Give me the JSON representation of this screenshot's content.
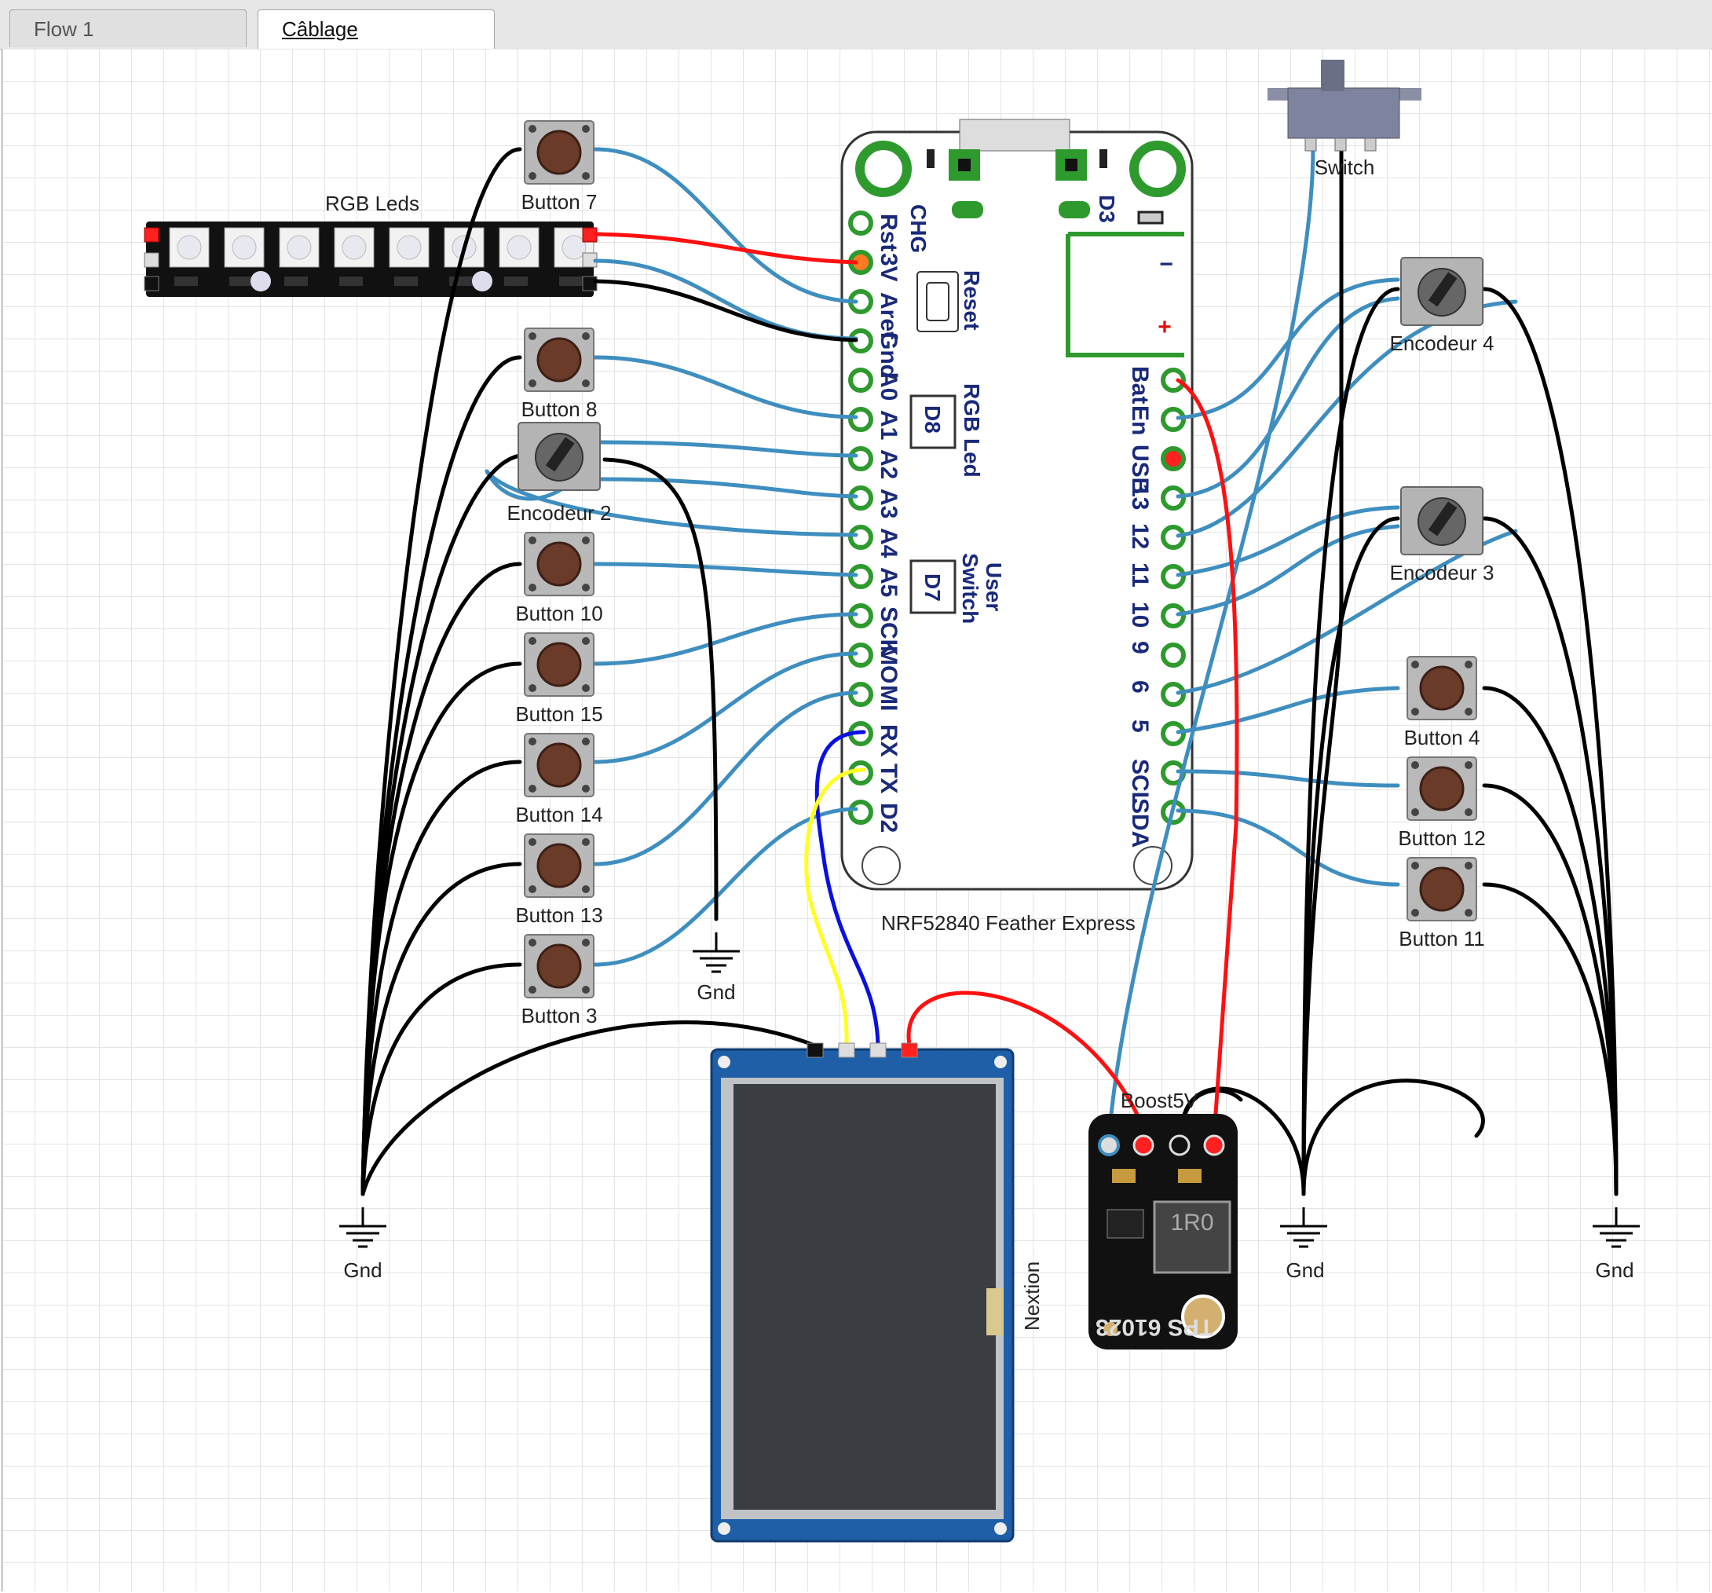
{
  "tabs": [
    {
      "label": "Flow 1",
      "active": false
    },
    {
      "label": "Câblage",
      "active": true
    }
  ],
  "board": {
    "name": "NRF52840 Feather Express",
    "left_pins": [
      "Rst",
      "3V",
      "Aref",
      "Gnd",
      "A0",
      "A1",
      "A2",
      "A3",
      "A4",
      "A5",
      "SCK",
      "MO",
      "MI",
      "RX",
      "TX",
      "D2"
    ],
    "right_pins": [
      "Bat",
      "En",
      "USB",
      "13",
      "12",
      "11",
      "10",
      "9",
      "6",
      "5",
      "SCL",
      "SDA"
    ],
    "silkscreen": {
      "chg": "CHG",
      "d3": "D3",
      "reset": "Reset",
      "rgb_led": "RGB Led",
      "d8": "D8",
      "user": "User",
      "switch": "Switch",
      "d7": "D7",
      "minus": "−",
      "plus": "+"
    }
  },
  "components": {
    "rgb_leds": "RGB Leds",
    "button_7": "Button 7",
    "button_8": "Button 8",
    "encodeur_2": "Encodeur 2",
    "button_10": "Button 10",
    "button_15": "Button 15",
    "button_14": "Button 14",
    "button_13": "Button 13",
    "button_3": "Button 3",
    "gnd_mid": "Gnd",
    "switch": "Switch",
    "encodeur_4": "Encodeur 4",
    "encodeur_3": "Encodeur 3",
    "button_4": "Button 4",
    "button_12": "Button 12",
    "button_11": "Button 11",
    "nextion": "Nextion",
    "boost": "Boost5V",
    "boost_chip": "TPS 61023",
    "boost_inductor": "1R0",
    "gnd_left": "Gnd",
    "gnd_right1": "Gnd",
    "gnd_right2": "Gnd"
  },
  "colors": {
    "wire_blue": "#3e8ebf",
    "wire_black": "#000000",
    "wire_red": "#ff1010",
    "wire_yellow": "#ffff22",
    "wire_navy": "#0a10e0",
    "pcb_green": "#2e9a2e",
    "button_cap": "#6b3b2a"
  }
}
